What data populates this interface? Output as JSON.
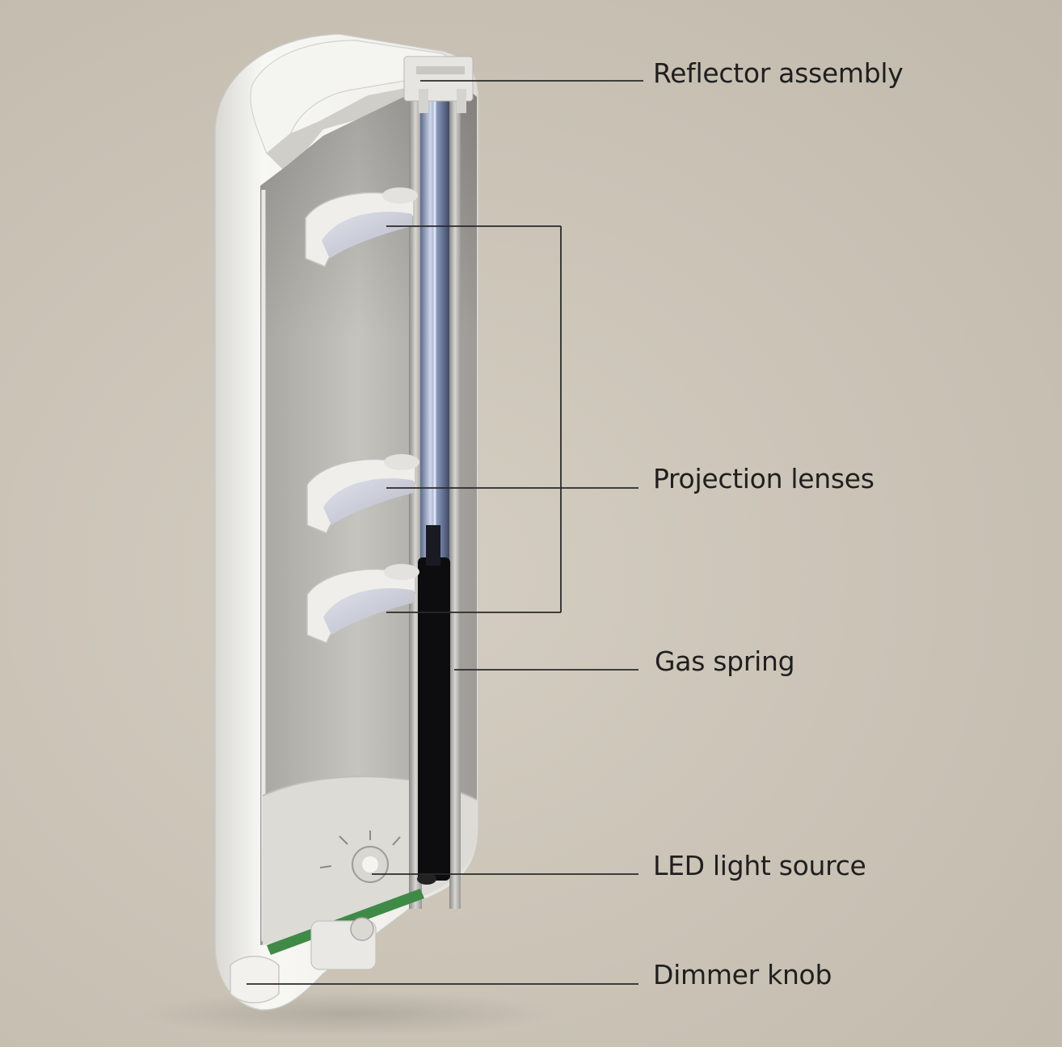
{
  "diagram": {
    "callouts": {
      "reflector": "Reflector assembly",
      "lenses": "Projection lenses",
      "gas_spring": "Gas spring",
      "led": "LED light source",
      "dimmer": "Dimmer knob"
    }
  },
  "colors": {
    "background": "#c9c2b5",
    "housing": "#efeeea",
    "leader_line": "#2a2a2a",
    "gas_spring": "#0d0d10",
    "pcb": "#3f8a47"
  }
}
